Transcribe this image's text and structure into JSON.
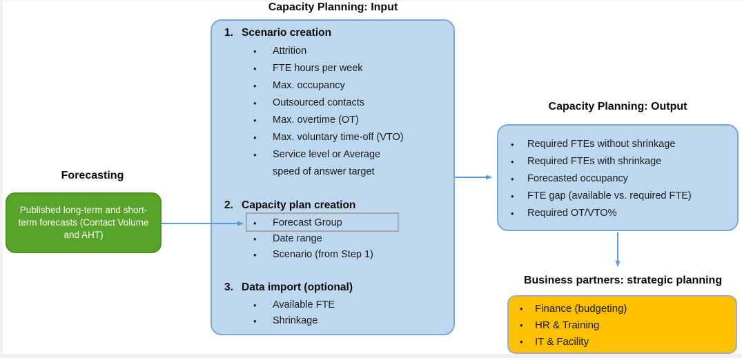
{
  "colors": {
    "blue-fill": "#BDD7EE",
    "blue-border": "#7BA7D7",
    "arrow": "#5B9BD5",
    "green-fill": "#58A32A",
    "green-border": "#4A9122",
    "orange-fill": "#FFC000",
    "orange-border": "#A6ADB8",
    "highlight-border": "#A6A6A6",
    "text": "#1A1A1A"
  },
  "forecasting": {
    "title": "Forecasting",
    "body": "Published long-term and short-term forecasts (Contact Volume and AHT)"
  },
  "capacity_input": {
    "title": "Capacity Planning: Input",
    "sections": [
      {
        "number": "1.",
        "heading": "Scenario creation",
        "items": [
          "Attrition",
          "FTE hours per week",
          "Max. occupancy",
          "Outsourced contacts",
          "Max. overtime (OT)",
          "Max. voluntary time-off (VTO)",
          "Service level or Average speed of answer target"
        ]
      },
      {
        "number": "2.",
        "heading": "Capacity plan creation",
        "items": [
          "Forecast Group",
          "Date range",
          "Scenario (from Step 1)"
        ]
      },
      {
        "number": "3.",
        "heading": "Data import (optional)",
        "items": [
          "Available FTE",
          "Shrinkage"
        ]
      }
    ]
  },
  "capacity_output": {
    "title": "Capacity Planning: Output",
    "items": [
      "Required FTEs without shrinkage",
      "Required FTEs with shrinkage",
      "Forecasted occupancy",
      "FTE gap (available vs. required FTE)",
      "Required OT/VTO%"
    ]
  },
  "business_partners": {
    "title": "Business partners: strategic planning",
    "items": [
      "Finance (budgeting)",
      "HR & Training",
      "IT & Facility"
    ]
  }
}
